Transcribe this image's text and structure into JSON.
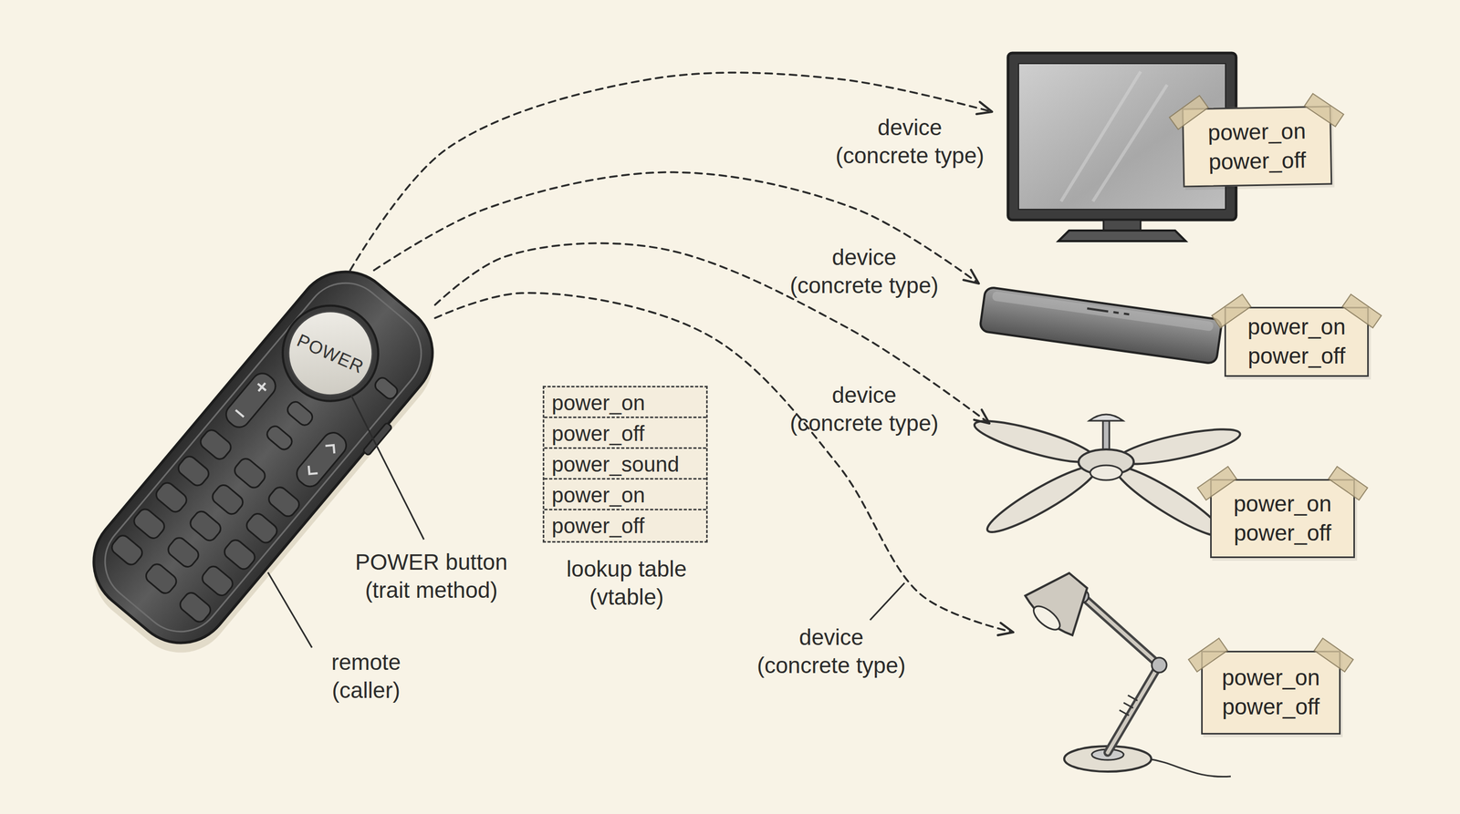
{
  "diagram": {
    "nodes": [
      {
        "text": [
          "POWER"
        ]
      },
      {
        "text": [
          "power_on",
          "power_off",
          "power_sound",
          "power_on",
          "power_off",
          "lookup table (vtable)"
        ]
      },
      {
        "text": [
          "power_on",
          "power_off"
        ]
      },
      {
        "text": [
          "power_on",
          "power_off"
        ]
      },
      {
        "text": [
          "power_on",
          "power_off"
        ]
      },
      {
        "text": [
          "power_on",
          "power_off"
        ]
      }
    ],
    "edges": [
      {
        "from": 0,
        "to": 2,
        "arrow": "to",
        "label": "device (concrete type)"
      },
      {
        "from": 0,
        "to": 3,
        "arrow": "to",
        "label": "device (concrete type)"
      },
      {
        "from": 0,
        "to": 4,
        "arrow": "to",
        "label": "device (concrete type)"
      },
      {
        "from": 0,
        "to": 5,
        "arrow": "to",
        "label": "device (concrete type)"
      }
    ],
    "labels": [
      "POWER button (trait method)",
      "remote (caller)"
    ]
  }
}
